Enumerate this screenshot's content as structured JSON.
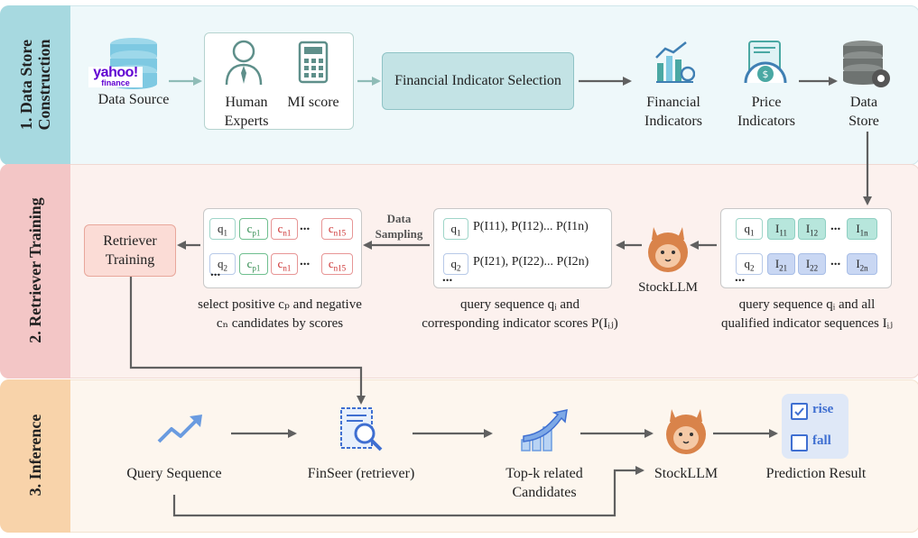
{
  "sections": {
    "data_store": "1. Data Store Construction",
    "retriever": "2. Retriever Training",
    "inference": "3. Inference"
  },
  "row1": {
    "data_source_logo": "yahoo!",
    "data_source_logo_sub": "finance",
    "data_source": "Data Source",
    "human_experts": "Human\nExperts",
    "mi_score": "MI score",
    "selection": "Financial Indicator Selection",
    "financial_indicators": "Financial\nIndicators",
    "price_indicators": "Price\nIndicators",
    "data_store": "Data\nStore"
  },
  "row2": {
    "retriever_training": "Retriever\nTraining",
    "data_sampling": "Data\nSampling",
    "stockllm": "StockLLM",
    "caption_left": "select positive cₚ and negative\ncₙ candidates by scores",
    "caption_mid": "query sequence qᵢ and\ncorresponding indicator scores P(Iᵢⱼ)",
    "caption_right": "query sequence qᵢ and all\nqualified indicator sequences Iᵢⱼ",
    "left_rows": [
      [
        "q1",
        "cp1",
        "cn1",
        "...",
        "cn15"
      ],
      [
        "q2",
        "cp1",
        "cn1",
        "...",
        "cn15"
      ]
    ],
    "mid_rows": [
      "P(I11), P(I12)... P(I1n)",
      "P(I21), P(I22)... P(I2n)"
    ],
    "right_rows": [
      [
        "q1",
        "I11",
        "I12",
        "...",
        "I1n"
      ],
      [
        "q2",
        "I21",
        "I22",
        "...",
        "I2n"
      ]
    ],
    "ellipsis": "..."
  },
  "row3": {
    "query_sequence": "Query Sequence",
    "finseer": "FinSeer (retriever)",
    "topk": "Top-k related\nCandidates",
    "stockllm": "StockLLM",
    "prediction": "Prediction Result",
    "rise": "rise",
    "fall": "fall"
  },
  "colors": {
    "band1": "#eef8fa",
    "side1": "#a7d9e0",
    "band2": "#fcf1ee",
    "side2": "#f3c6c6",
    "band3": "#fdf6ee",
    "side3": "#f8d3aa",
    "arrow": "#606060",
    "accent_teal": "#4aa8a3",
    "accent_blue": "#3f6fd1"
  }
}
